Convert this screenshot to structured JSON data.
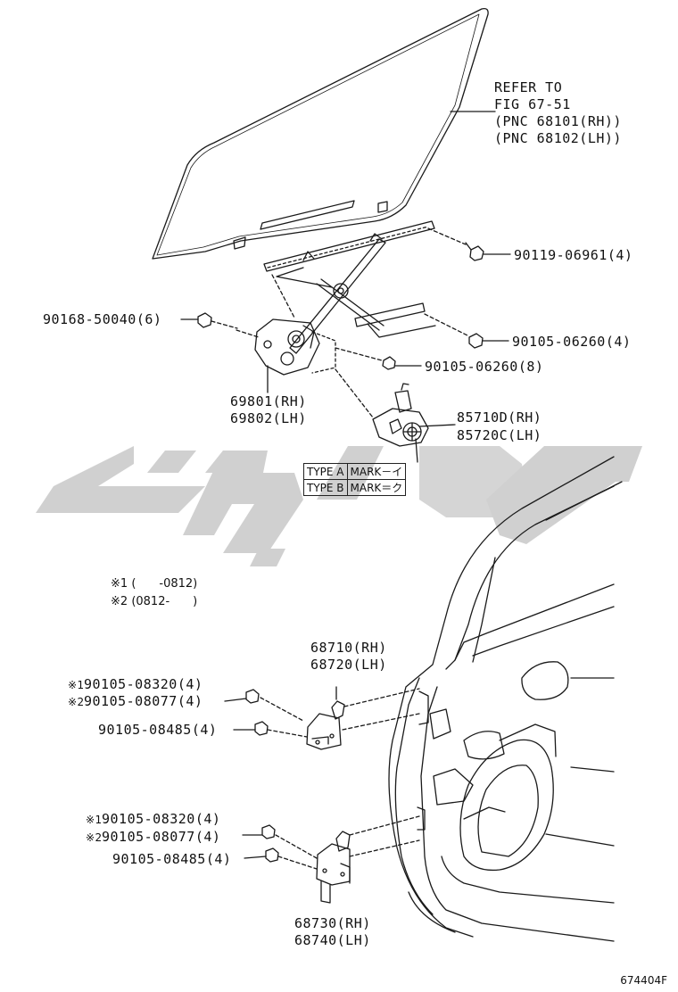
{
  "refer": {
    "line1": "REFER TO",
    "line2": "FIG 67-51",
    "line3": "(PNC 68101(RH))",
    "line4": "(PNC 68102(LH))"
  },
  "parts": {
    "p90119": "90119-06961(4)",
    "p90168": "90168-50040(6)",
    "p90105_06260_4": "90105-06260(4)",
    "p90105_06260_8": "90105-06260(8)",
    "p69801": "69801(RH)",
    "p69802": "69802(LH)",
    "p85710": "85710D(RH)",
    "p85720": "85720C(LH)",
    "p68710": "68710(RH)",
    "p68720": "68720(LH)",
    "upper_08320": "90105-08320(4)",
    "upper_08077": "90105-08077(4)",
    "upper_08485": "90105-08485(4)",
    "lower_08320": "90105-08320(4)",
    "lower_08077": "90105-08077(4)",
    "lower_08485": "90105-08485(4)",
    "p68730": "68730(RH)",
    "p68740": "68740(LH)"
  },
  "type_table": {
    "row1_type": "TYPE A",
    "row1_mark": "MARK－イ",
    "row2_type": "TYPE B",
    "row2_mark": "MARK＝ク"
  },
  "notes": {
    "mark1": "※1",
    "mark2": "※2",
    "note1": "(　　-0812)",
    "note2": "(0812-　　)"
  },
  "figure_code": "674404F",
  "colors": {
    "watermark": "#cfcfcf",
    "line": "#1a1a1a"
  }
}
